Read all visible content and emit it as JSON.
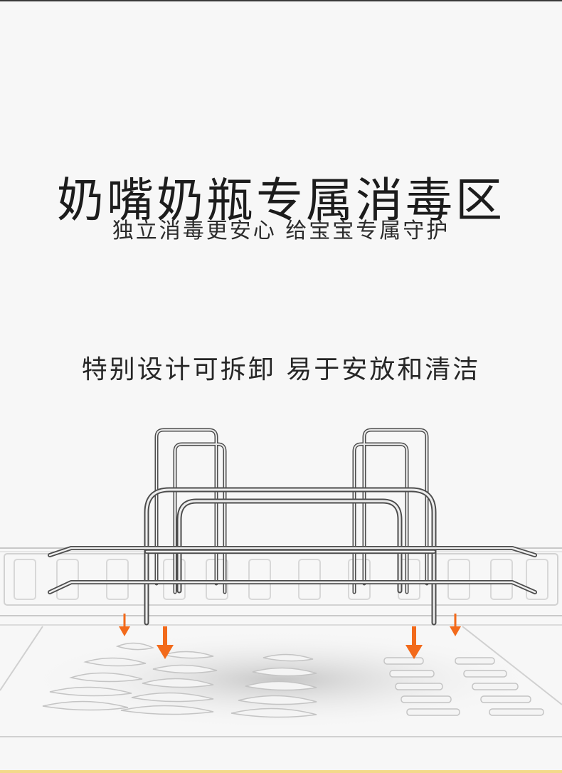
{
  "title": "奶嘴奶瓶专属消毒区",
  "subtitle": "独立消毒更安心 给宝宝专属守护",
  "feature": "特别设计可拆卸 易于安放和清洁",
  "colors": {
    "background": "#f7f7f7",
    "text": "#1c1c1c",
    "arrow": "#f26a1b",
    "rack": "#555555"
  },
  "icons": [
    "down-arrow-icon"
  ]
}
